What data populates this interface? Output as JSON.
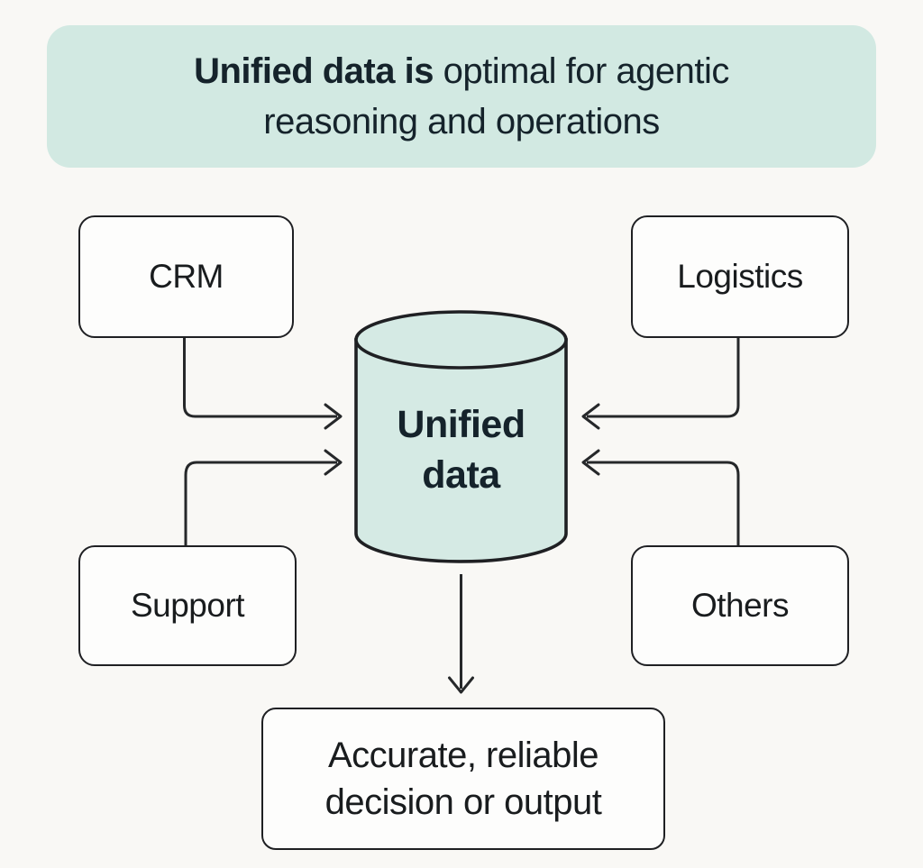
{
  "header": {
    "line1_bold": "Unified data is",
    "line1_rest": " optimal for agentic",
    "line2": "reasoning and operations"
  },
  "nodes": {
    "crm": "CRM",
    "logistics": "Logistics",
    "support": "Support",
    "others": "Others",
    "unified": "Unified data",
    "outcome": "Accurate, reliable decision or output"
  },
  "connections": [
    {
      "from": "CRM",
      "to": "Unified data"
    },
    {
      "from": "Logistics",
      "to": "Unified data"
    },
    {
      "from": "Support",
      "to": "Unified data"
    },
    {
      "from": "Others",
      "to": "Unified data"
    },
    {
      "from": "Unified data",
      "to": "Accurate, reliable decision or output"
    }
  ],
  "colors": {
    "background": "#f9f8f5",
    "mint_banner": "#d2e9e2",
    "mint_cylinder": "#d5eae4",
    "node_background": "#fdfdfc",
    "stroke": "#1f2023",
    "text": "#15232b"
  }
}
